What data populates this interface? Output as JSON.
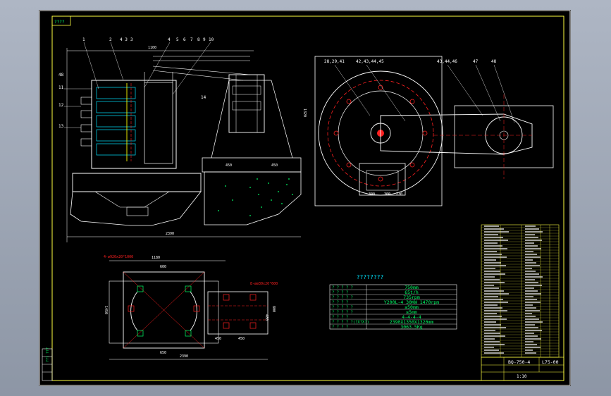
{
  "drawing": {
    "corner_tag": "????",
    "side_tag": "??? ???",
    "part_numbers_top": [
      "1",
      "2",
      "4 3",
      "3",
      "4",
      "5",
      "6",
      "7",
      "8",
      "9",
      "10"
    ],
    "part_numbers_left": [
      "48",
      "11",
      "12",
      "13"
    ],
    "part_number_14": "14",
    "part_numbers_right_view": [
      "28,29,41",
      "42,43,44,45",
      "43,44,46",
      "47",
      "48"
    ],
    "dims_front": {
      "top": "1100",
      "bottom": "2390",
      "height": "1320",
      "base_a": "450",
      "base_b": "450"
    },
    "dims_right": {
      "a": "300",
      "b": "300",
      "c": "230"
    },
    "dims_plan": {
      "left_note": "4-ø920x20°1000",
      "right_note": "8-øø30x20°600",
      "top": "1180",
      "w1": "600",
      "w2": "650",
      "w3": "450",
      "w4": "450",
      "h1": "800",
      "h2": "480",
      "bottom": "2390",
      "v": "1450"
    }
  },
  "spec_table": {
    "title": "????????",
    "rows": [
      {
        "label": "? ? ? ? ?",
        "value": "750mm"
      },
      {
        "label": "? ? ? ?",
        "value": "65t/h"
      },
      {
        "label": "? ? ? ? ?",
        "value": "735rpm"
      },
      {
        "label": "? ? ? ?",
        "value": "Y200L-4 30KW 1470rpm"
      },
      {
        "label": "? ? ? ? ?",
        "value": "≤50mm"
      },
      {
        "label": "? ? ? ? ?",
        "value": "≤5mm"
      },
      {
        "label": "? ? ? ?",
        "value": "4-4-4-4"
      },
      {
        "label": "? ? ? ? ?(?X?X?)",
        "value": "2390X1350X1320mm"
      },
      {
        "label": "? ? ? ?",
        "value": "3063.5Kg"
      }
    ]
  },
  "title_block": {
    "drawing_no": "BQ-750-4",
    "sheet_code": "L75-00",
    "scale": "1:10"
  },
  "colors": {
    "line_white": "#ffffff",
    "line_yellow": "#ffff00",
    "line_red": "#ff2020",
    "line_green": "#00ff66",
    "line_cyan": "#00e5ff",
    "frame_yellow": "#ffff40"
  }
}
